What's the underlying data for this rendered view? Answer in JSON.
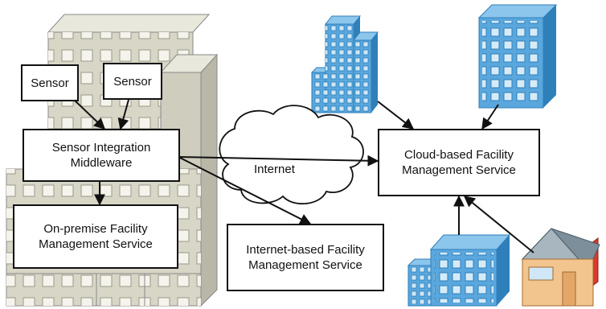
{
  "nodes": {
    "sensor_1": "Sensor",
    "sensor_2": "Sensor",
    "middleware": "Sensor  Integration\nMiddleware",
    "onpremise": "On-premise Facility\nManagement Service",
    "cloud": "Cloud-based Facility\nManagement Service",
    "internet_based": "Internet-based Facility\nManagement Service"
  },
  "cloud_label": "Internet",
  "icons": [
    "office-tower-icon",
    "office-block-icon",
    "office-building-icon",
    "house-icon",
    "data-center-building-icon"
  ],
  "colors": {
    "building_beige": "#d8d6c6",
    "building_blue": "#5aa7dd",
    "house_wall": "#f2c48e",
    "house_roof": "#7d8f9a",
    "chimney": "#d93a2b",
    "line": "#111111"
  }
}
